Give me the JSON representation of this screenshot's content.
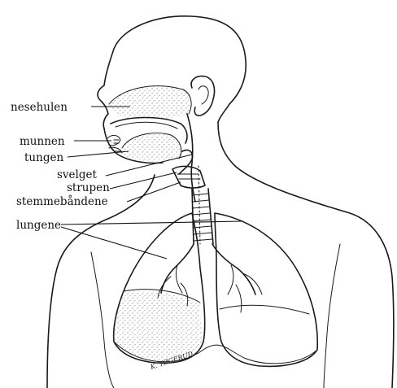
{
  "diagram": {
    "labels": {
      "nesehulen": "nesehulen",
      "munnen": "munnen",
      "tungen": "tungen",
      "svelget": "svelget",
      "strupen": "strupen",
      "stemmebandene": "stemmebåndene",
      "lungene": "lungene"
    },
    "signature": "K. TØGERUD"
  }
}
